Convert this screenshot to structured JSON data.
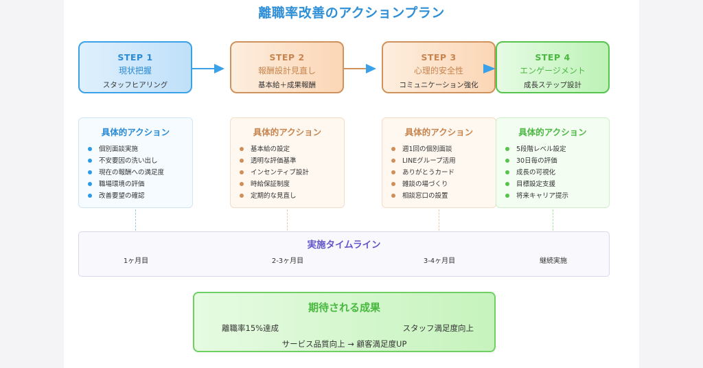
{
  "title": "離職率改善のアクションプラン",
  "steps": [
    {
      "num": "STEP 1",
      "name": "現状把握",
      "sub": "スタッフヒアリング"
    },
    {
      "num": "STEP 2",
      "name": "報酬設計見直し",
      "sub": "基本給＋成果報酬"
    },
    {
      "num": "STEP 3",
      "name": "心理的安全性",
      "sub": "コミュニケーション強化"
    },
    {
      "num": "STEP 4",
      "name": "エンゲージメント",
      "sub": "成長ステップ設計"
    }
  ],
  "cards": [
    {
      "heading": "具体的アクション",
      "items": [
        "個別面談実施",
        "不安要因の洗い出し",
        "現在の報酬への満足度",
        "職場環境の評価",
        "改善要望の確認"
      ]
    },
    {
      "heading": "具体的アクション",
      "items": [
        "基本給の設定",
        "透明な評価基準",
        "インセンティブ設計",
        "時給保証制度",
        "定期的な見直し"
      ]
    },
    {
      "heading": "具体的アクション",
      "items": [
        "週1回の個別面談",
        "LINEグループ活用",
        "ありがとうカード",
        "雑談の場づくり",
        "相談窓口の設置"
      ]
    },
    {
      "heading": "具体的アクション",
      "items": [
        "5段階レベル設定",
        "30日毎の評価",
        "成長の可視化",
        "目標設定支援",
        "将来キャリア提示"
      ]
    }
  ],
  "timeline": {
    "title": "実施タイムライン",
    "labels": [
      "1ヶ月目",
      "2-3ヶ月目",
      "3-4ヶ月目",
      "継続実施"
    ]
  },
  "result": {
    "title": "期待される成果",
    "items": [
      "離職率15%達成",
      "スタッフ満足度向上",
      "サービス品質向上 → 顧客満足度UP"
    ]
  },
  "colors": {
    "blue": "#2a8ad4",
    "orange": "#c7844e",
    "green": "#4bb842",
    "purple": "#6155c9"
  }
}
